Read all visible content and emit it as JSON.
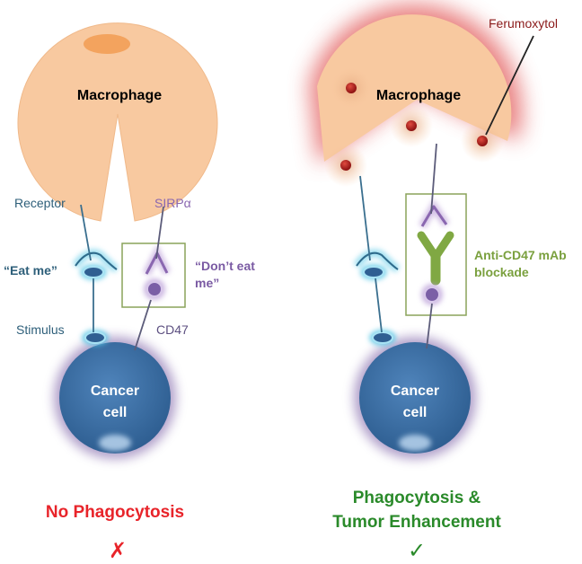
{
  "left_panel": {
    "macrophage_label": "Macrophage",
    "receptor_label": "Receptor",
    "sirpa_label": "SIRPα",
    "eat_me_label": "“Eat me”",
    "dont_eat_me_line1": "“Don’t eat",
    "dont_eat_me_line2": "me”",
    "stimulus_label": "Stimulus",
    "cd47_label": "CD47",
    "cancer_cell_line1": "Cancer",
    "cancer_cell_line2": "cell",
    "outcome_label": "No Phagocytosis",
    "outcome_mark": "✗"
  },
  "right_panel": {
    "ferumoxytol_label": "Ferumoxytol",
    "macrophage_label": "Macrophage",
    "antibody_line1": "Anti-CD47 mAb",
    "antibody_line2": "blockade",
    "cancer_cell_line1": "Cancer",
    "cancer_cell_line2": "cell",
    "outcome_line1": "Phagocytosis &",
    "outcome_line2": "Tumor Enhancement",
    "outcome_mark": "✓"
  },
  "colors": {
    "macrophage_fill": "#f8c9a0",
    "nucleus": "#f3a35e",
    "cancer_cell": "#3e6fa3",
    "cancer_glow": "#8f77b3",
    "receptor_glow": "#54c7e6",
    "sirpa": "#8a67b0",
    "antibody": "#80a843",
    "ferumoxytol_halo": "#e56b6b",
    "no_phagocytosis": "#e8242a",
    "phagocytosis": "#2a8a2a"
  }
}
